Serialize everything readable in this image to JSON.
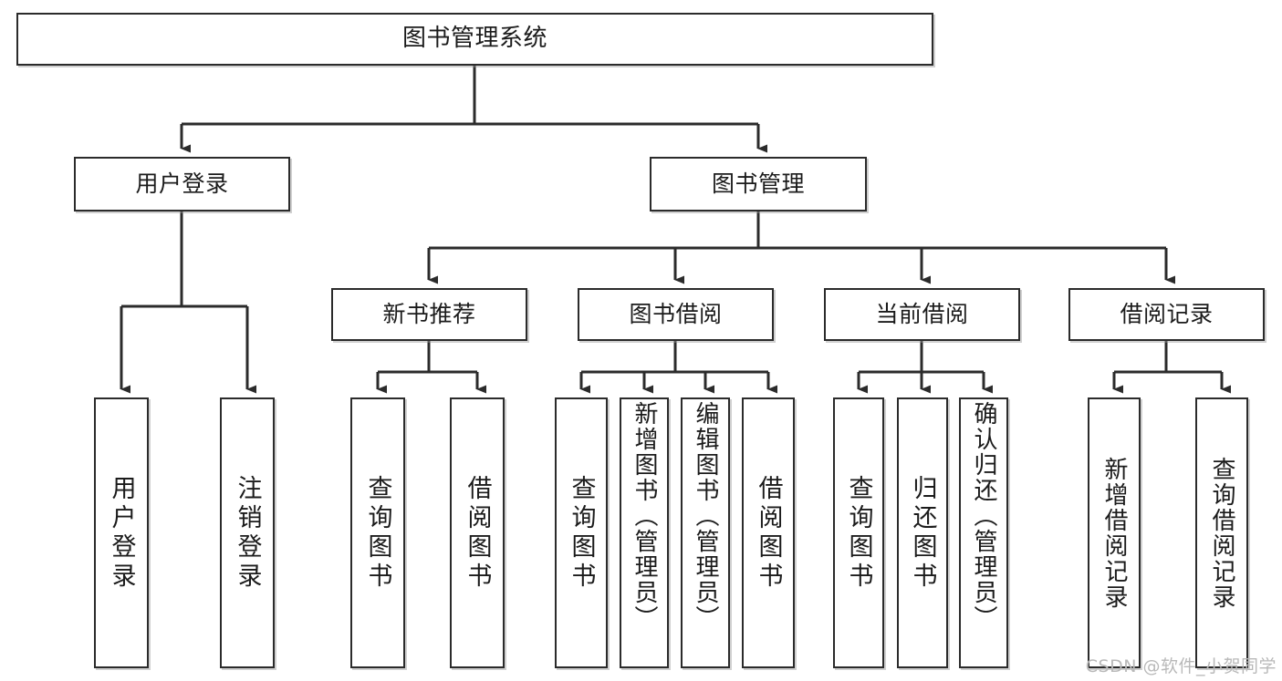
{
  "diagram": {
    "type": "tree-hierarchy",
    "title": "图书管理系统",
    "watermark": "CSDN @软件_小贺同学",
    "colors": {
      "box_border": "#2b2b2b",
      "box_fill": "#ffffff",
      "connector": "#2b2b2b",
      "text": "#1b1b1b",
      "watermark": "#b9b9b9",
      "background": "#ffffff"
    },
    "levels": {
      "root": {
        "label": "图书管理系统"
      },
      "level2": [
        {
          "id": "user-login",
          "label": "用户登录"
        },
        {
          "id": "book-manage",
          "label": "图书管理"
        }
      ],
      "level3": [
        {
          "id": "new-book-recommend",
          "label": "新书推荐"
        },
        {
          "id": "book-borrow",
          "label": "图书借阅"
        },
        {
          "id": "current-borrow",
          "label": "当前借阅"
        },
        {
          "id": "borrow-record",
          "label": "借阅记录"
        }
      ],
      "leaves": {
        "user-login": [
          {
            "id": "leaf-user-login",
            "label": "用户登录"
          },
          {
            "id": "leaf-logout-login",
            "label": "注销登录"
          }
        ],
        "new-book-recommend": [
          {
            "id": "leaf-query-book-1",
            "label": "查询图书"
          },
          {
            "id": "leaf-borrow-book-1",
            "label": "借阅图书"
          }
        ],
        "book-borrow": [
          {
            "id": "leaf-query-book-2",
            "label": "查询图书"
          },
          {
            "id": "leaf-add-book",
            "label": "新增图书（管理员）"
          },
          {
            "id": "leaf-edit-book",
            "label": "编辑图书（管理员）"
          },
          {
            "id": "leaf-borrow-book-2",
            "label": "借阅图书"
          }
        ],
        "current-borrow": [
          {
            "id": "leaf-query-book-3",
            "label": "查询图书"
          },
          {
            "id": "leaf-return-book",
            "label": "归还图书"
          },
          {
            "id": "leaf-confirm-return",
            "label": "确认归还（管理员）"
          }
        ],
        "borrow-record": [
          {
            "id": "leaf-add-record",
            "label": "新增借阅记录"
          },
          {
            "id": "leaf-query-record",
            "label": "查询借阅记录"
          }
        ]
      }
    },
    "edges": [
      {
        "from": "图书管理系统",
        "to": "用户登录"
      },
      {
        "from": "图书管理系统",
        "to": "图书管理"
      },
      {
        "from": "用户登录",
        "to": "用户登录"
      },
      {
        "from": "用户登录",
        "to": "注销登录"
      },
      {
        "from": "图书管理",
        "to": "新书推荐"
      },
      {
        "from": "图书管理",
        "to": "图书借阅"
      },
      {
        "from": "图书管理",
        "to": "当前借阅"
      },
      {
        "from": "图书管理",
        "to": "借阅记录"
      },
      {
        "from": "新书推荐",
        "to": "查询图书"
      },
      {
        "from": "新书推荐",
        "to": "借阅图书"
      },
      {
        "from": "图书借阅",
        "to": "查询图书"
      },
      {
        "from": "图书借阅",
        "to": "新增图书（管理员）"
      },
      {
        "from": "图书借阅",
        "to": "编辑图书（管理员）"
      },
      {
        "from": "图书借阅",
        "to": "借阅图书"
      },
      {
        "from": "当前借阅",
        "to": "查询图书"
      },
      {
        "from": "当前借阅",
        "to": "归还图书"
      },
      {
        "from": "当前借阅",
        "to": "确认归还（管理员）"
      },
      {
        "from": "借阅记录",
        "to": "新增借阅记录"
      },
      {
        "from": "借阅记录",
        "to": "查询借阅记录"
      }
    ]
  }
}
